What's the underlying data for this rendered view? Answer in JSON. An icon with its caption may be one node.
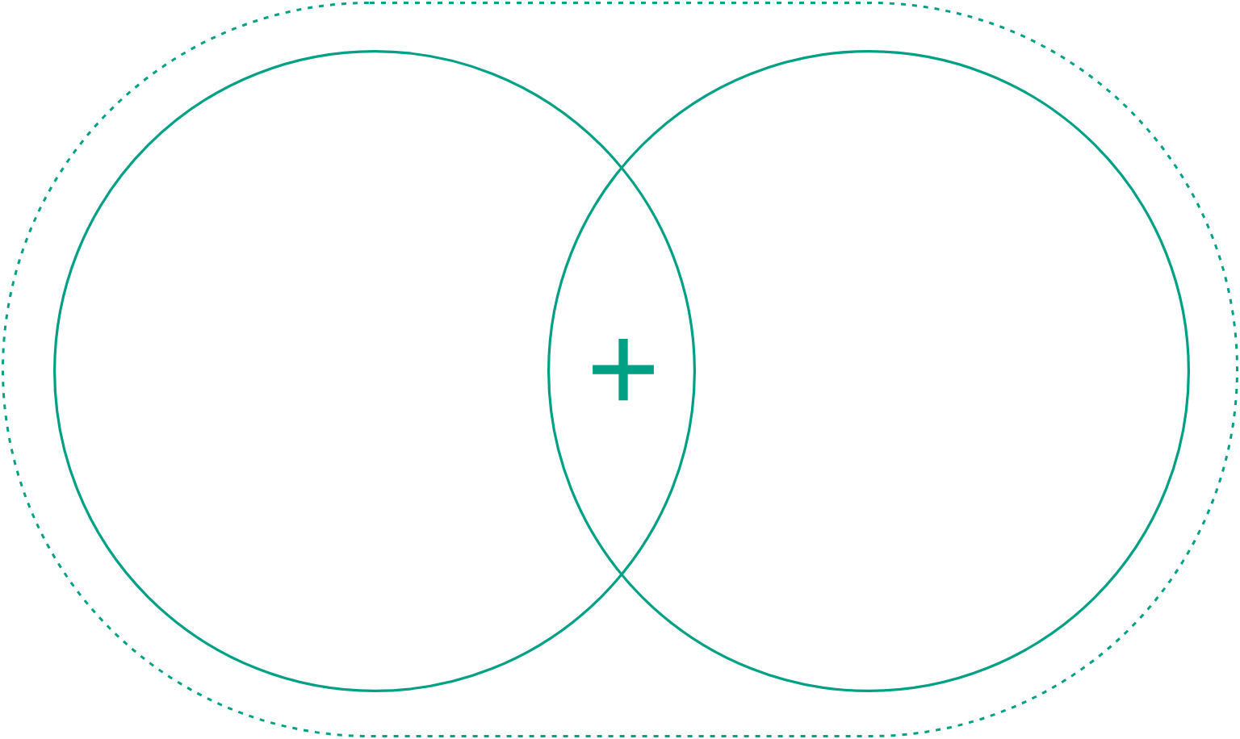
{
  "diagram": {
    "nodes": [
      {
        "text": [],
        "shape": "box"
      },
      {
        "text": [],
        "shape": "circle",
        "in": 0
      },
      {
        "text": [],
        "shape": "circle",
        "in": 0
      }
    ],
    "labels": [
      "+"
    ]
  }
}
